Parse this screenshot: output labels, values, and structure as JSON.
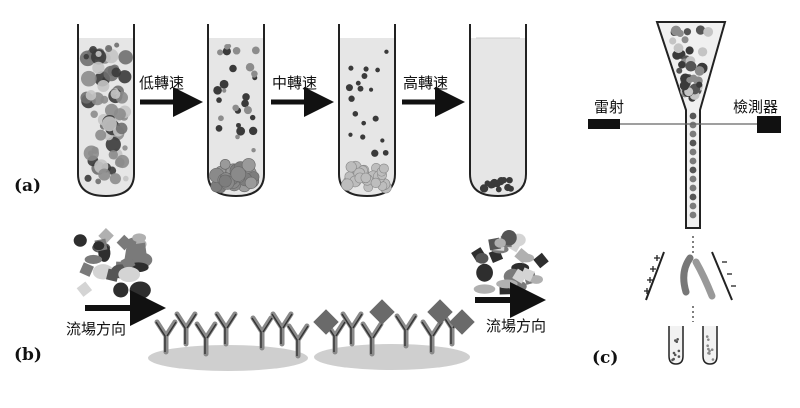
{
  "panel_a": {
    "label": "(a)",
    "arrow_labels": [
      "低轉速",
      "中轉速",
      "高轉速"
    ]
  },
  "panel_b": {
    "label": "(b)",
    "flow_label_left": "流場方向",
    "flow_label_right": "流場方向"
  },
  "panel_c": {
    "label": "(c)",
    "laser_label": "雷射",
    "detector_label": "檢測器"
  },
  "colors": {
    "tube_fill": "#e6e6e6",
    "dark_particle": "#3a3a3a",
    "mid_particle": "#8c8c8c",
    "light_particle": "#c4c4c4",
    "arrow": "#111111"
  }
}
